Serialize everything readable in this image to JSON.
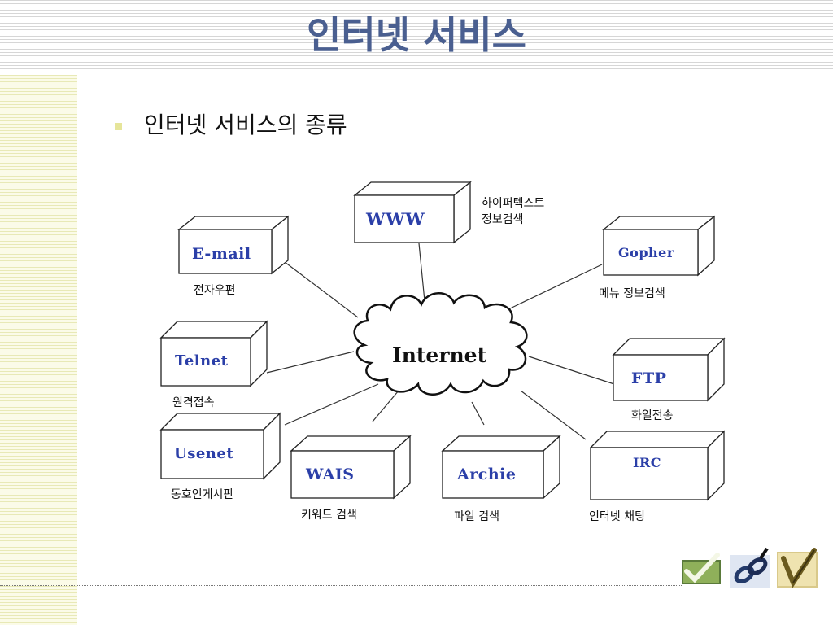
{
  "slide": {
    "title": "인터넷 서비스",
    "bullet": "인터넷 서비스의 종류"
  },
  "diagram": {
    "center": "Internet",
    "services": [
      {
        "id": "www",
        "label": "WWW",
        "caption_lines": [
          "하이퍼텍스트",
          "정보검색"
        ]
      },
      {
        "id": "email",
        "label": "E-mail",
        "caption_lines": [
          "전자우편"
        ]
      },
      {
        "id": "gopher",
        "label": "Gopher",
        "caption_lines": [
          "메뉴 정보검색"
        ]
      },
      {
        "id": "telnet",
        "label": "Telnet",
        "caption_lines": [
          "원격접속"
        ]
      },
      {
        "id": "ftp",
        "label": "FTP",
        "caption_lines": [
          "화일전송"
        ]
      },
      {
        "id": "usenet",
        "label": "Usenet",
        "caption_lines": [
          "동호인게시판"
        ]
      },
      {
        "id": "wais",
        "label": "WAIS",
        "caption_lines": [
          "키워드 검색"
        ]
      },
      {
        "id": "archie",
        "label": "Archie",
        "caption_lines": [
          "파일 검색"
        ]
      },
      {
        "id": "irc",
        "label": "IRC",
        "caption_lines": [
          "인터넷 채팅"
        ]
      }
    ]
  },
  "colors": {
    "title": "#4a5f90",
    "box_label": "#2b3fa8",
    "bullet": "#e6e59a"
  },
  "icons": [
    "check-icon",
    "link-icon",
    "pen-check-icon"
  ]
}
